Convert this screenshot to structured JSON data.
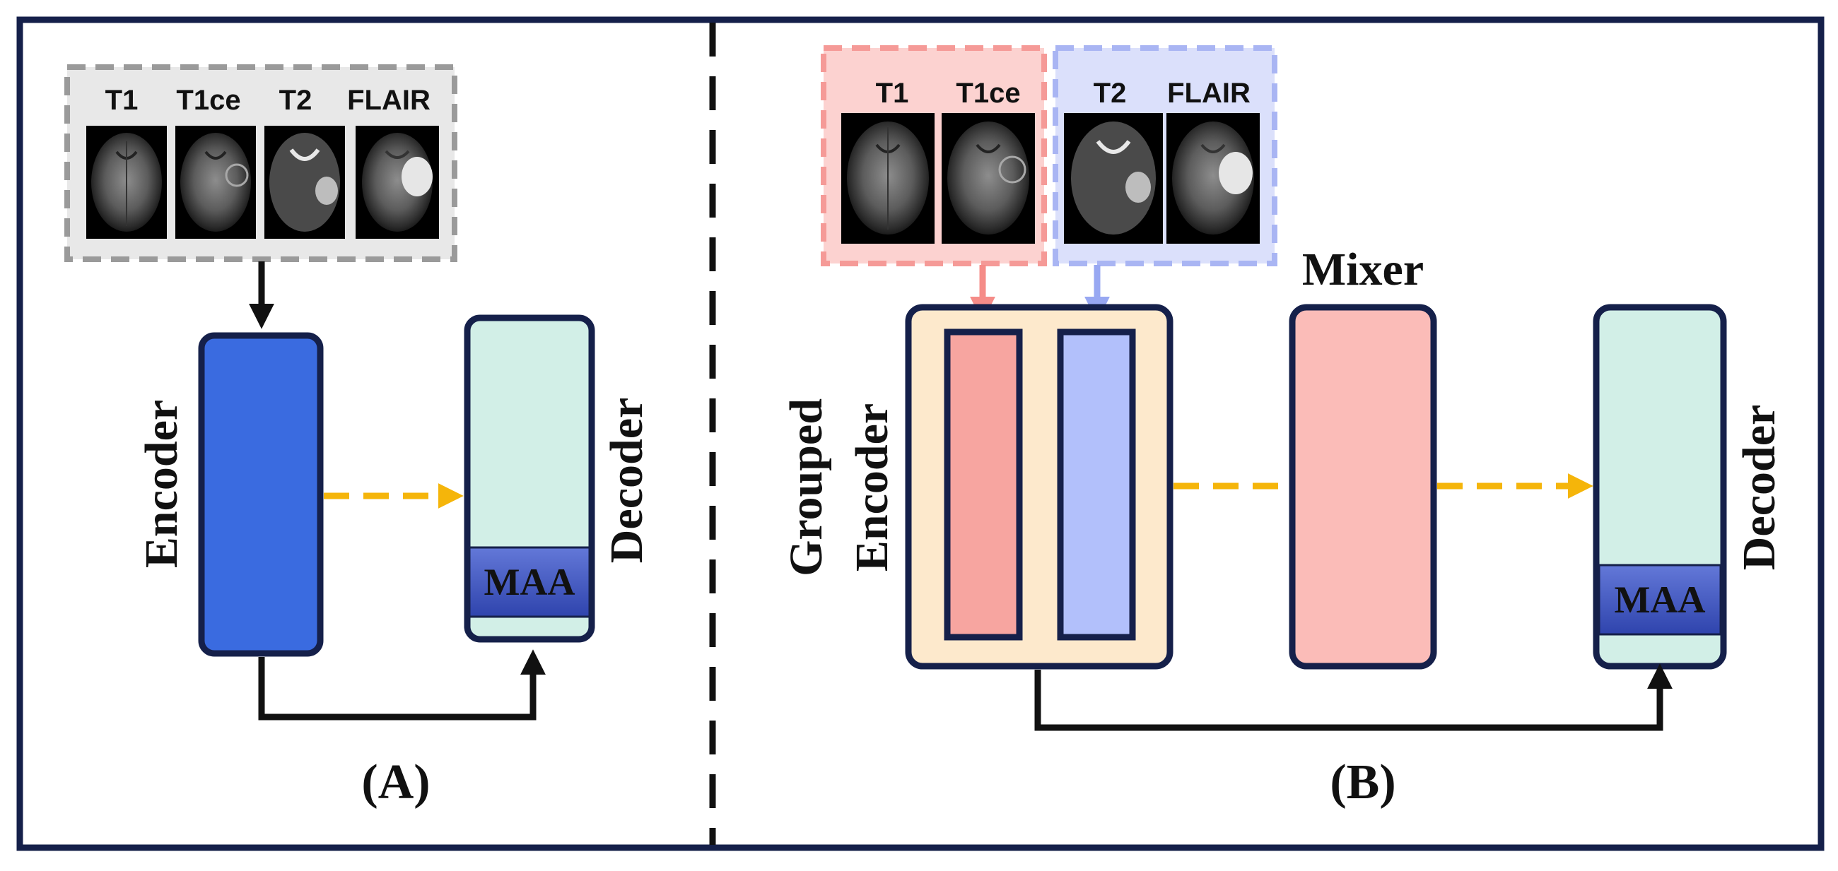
{
  "panel_a": {
    "caption": "(A)",
    "modalities": [
      "T1",
      "T1ce",
      "T2",
      "FLAIR"
    ],
    "encoder_label": "Encoder",
    "decoder_label": "Decoder",
    "maa_label": "MAA"
  },
  "panel_b": {
    "caption": "(B)",
    "group_1_modalities": [
      "T1",
      "T1ce"
    ],
    "group_2_modalities": [
      "T2",
      "FLAIR"
    ],
    "encoder_label_line1": "Grouped",
    "encoder_label_line2": "Encoder",
    "mixer_label": "Mixer",
    "decoder_label": "Decoder",
    "maa_label": "MAA"
  },
  "colors": {
    "frame": "#15204a",
    "encoder_blue": "#3a6be0",
    "decoder_fill": "#d2efe7",
    "maa_blue": "#3b52c0",
    "grouped_bg": "#fde9cc",
    "red_branch": "#f7a5a0",
    "blue_branch": "#b2c0fb",
    "mixer_fill": "#fbbcb8",
    "dashed_arrow": "#f5b50a",
    "group_red_bg": "#fcd2d0",
    "group_red_border": "#f59a97",
    "group_blue_bg": "#dbe0fb",
    "group_blue_border": "#a9b5f3",
    "gray_box_bg": "#e8e8e8",
    "gray_box_border": "#9a9a9a"
  }
}
